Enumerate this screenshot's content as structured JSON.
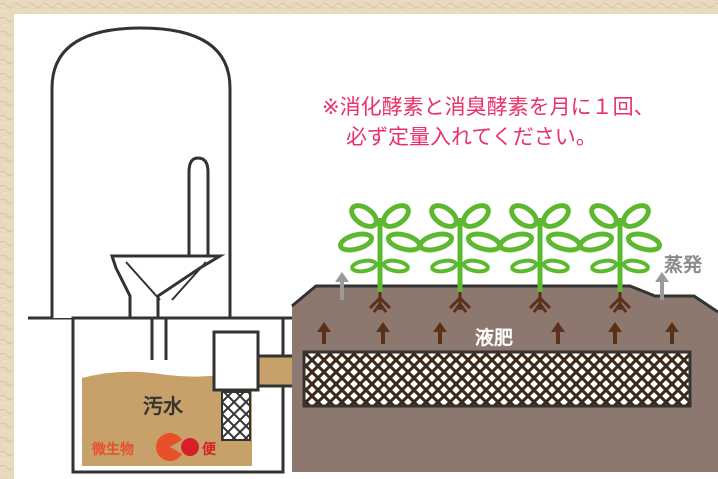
{
  "note": {
    "line1": "※消化酵素と消臭酵素を月に１回、",
    "line2": "必ず定量入れてください。",
    "color": "#e8326a"
  },
  "labels": {
    "evaporation": "蒸発",
    "liquid_fertilizer": "液肥",
    "sewage": "汚水",
    "microbes": "微生物",
    "feces": "便"
  },
  "colors": {
    "background": "#e8dcc0",
    "panel": "#ffffff",
    "outline": "#333333",
    "soil": "#8c786e",
    "sewage": "#c8a06a",
    "fertilizer_arrow": "#5a3018",
    "evaporation_arrow": "#9a9a9a",
    "filter_mesh": "#3c2818",
    "plant_leaf": "#5cb82e",
    "microbe": "#e8502a",
    "feces": "#d81e28"
  },
  "icons": {
    "microbe": "pacman-icon",
    "feces": "circle-icon",
    "plant": "seedling-icon",
    "arrow": "arrow-up-icon"
  }
}
